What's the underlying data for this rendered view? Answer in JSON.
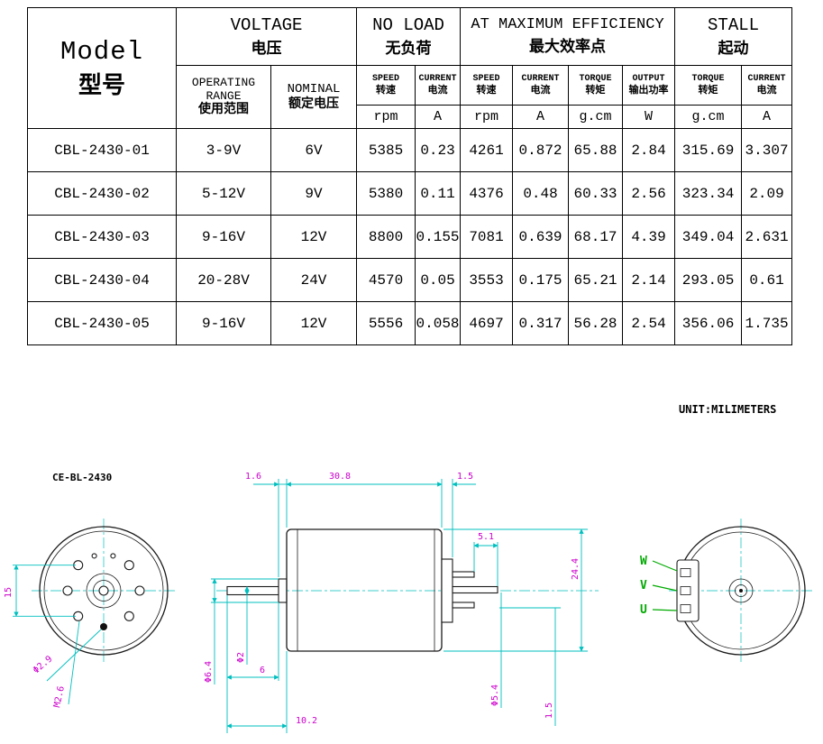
{
  "table": {
    "model": {
      "en": "Model",
      "zh": "型号"
    },
    "groups": {
      "voltage": {
        "en": "VOLTAGE",
        "zh": "电压"
      },
      "noload": {
        "en": "NO LOAD",
        "zh": "无负荷"
      },
      "maxeff": {
        "en": "AT MAXIMUM EFFICIENCY",
        "zh": "最大效率点"
      },
      "stall": {
        "en": "STALL",
        "zh": "起动"
      }
    },
    "sub": {
      "range": {
        "en1": "OPERATING",
        "en2": "RANGE",
        "zh": "使用范围"
      },
      "nominal": {
        "en": "NOMINAL",
        "zh": "额定电压"
      },
      "speed": {
        "en": "SPEED",
        "zh": "转速"
      },
      "current": {
        "en": "CURRENT",
        "zh": "电流"
      },
      "torque": {
        "en": "TORQUE",
        "zh": "转矩"
      },
      "output": {
        "en": "OUTPUT",
        "zh": "输出功率"
      }
    },
    "units": {
      "rpm": "rpm",
      "amp": "A",
      "gcm": "g.cm",
      "watt": "W"
    },
    "rows": [
      {
        "model": "CBL-2430-01",
        "range": "3-9V",
        "nominal": "6V",
        "nl_speed": "5385",
        "nl_current": "0.23",
        "me_speed": "4261",
        "me_current": "0.872",
        "me_torque": "65.88",
        "me_output": "2.84",
        "st_torque": "315.69",
        "st_current": "3.307"
      },
      {
        "model": "CBL-2430-02",
        "range": "5-12V",
        "nominal": "9V",
        "nl_speed": "5380",
        "nl_current": "0.11",
        "me_speed": "4376",
        "me_current": "0.48",
        "me_torque": "60.33",
        "me_output": "2.56",
        "st_torque": "323.34",
        "st_current": "2.09"
      },
      {
        "model": "CBL-2430-03",
        "range": "9-16V",
        "nominal": "12V",
        "nl_speed": "8800",
        "nl_current": "0.155",
        "me_speed": "7081",
        "me_current": "0.639",
        "me_torque": "68.17",
        "me_output": "4.39",
        "st_torque": "349.04",
        "st_current": "2.631"
      },
      {
        "model": "CBL-2430-04",
        "range": "20-28V",
        "nominal": "24V",
        "nl_speed": "4570",
        "nl_current": "0.05",
        "me_speed": "3553",
        "me_current": "0.175",
        "me_torque": "65.21",
        "me_output": "2.14",
        "st_torque": "293.05",
        "st_current": "0.61"
      },
      {
        "model": "CBL-2430-05",
        "range": "9-16V",
        "nominal": "12V",
        "nl_speed": "5556",
        "nl_current": "0.058",
        "me_speed": "4697",
        "me_current": "0.317",
        "me_torque": "56.28",
        "me_output": "2.54",
        "st_torque": "356.06",
        "st_current": "1.735"
      }
    ]
  },
  "drawing": {
    "unit_label": "UNIT:MILIMETERS",
    "part_label": "CE-BL-2430",
    "terminals": {
      "w": "W",
      "v": "V",
      "u": "U"
    },
    "dims": {
      "boss_width": "1.6",
      "body_length": "30.8",
      "endcap": "1.5",
      "pin_length": "5.1",
      "body_diameter": "24.4",
      "boss_diameter": "Φ6.4",
      "shaft_diameter": "Φ2",
      "shaft_length": "6",
      "pin_circle": "Φ5.4",
      "front_length": "10.2",
      "pin_offset": "1.5",
      "hole_span": "15",
      "hole_diameter": "Φ2.9",
      "screw_size": "M2.6"
    },
    "colors": {
      "dimension_line": "#00bfbf",
      "dimension_text": "#cc00cc",
      "terminal_label": "#00aa00"
    }
  }
}
